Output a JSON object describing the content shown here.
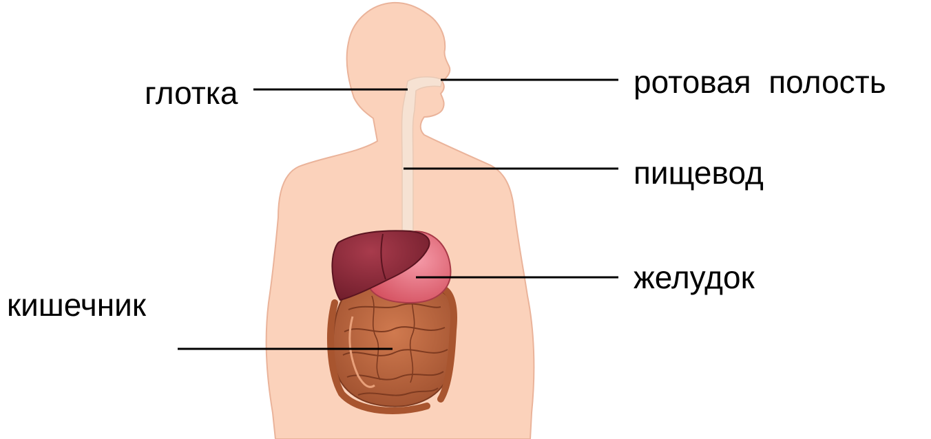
{
  "labels": {
    "pharynx": "глотка",
    "oral_cavity": "ротовая  полость",
    "esophagus": "пищевод",
    "stomach": "желудок",
    "intestine": "кишечник"
  },
  "colors": {
    "skin": "#fbd2bb",
    "skin_outline": "#eab39a",
    "esophagus": "#f6e2d3",
    "liver": "#8e2a3a",
    "stomach": "#e4657a",
    "intestine": "#b9643e",
    "line": "#000000"
  }
}
